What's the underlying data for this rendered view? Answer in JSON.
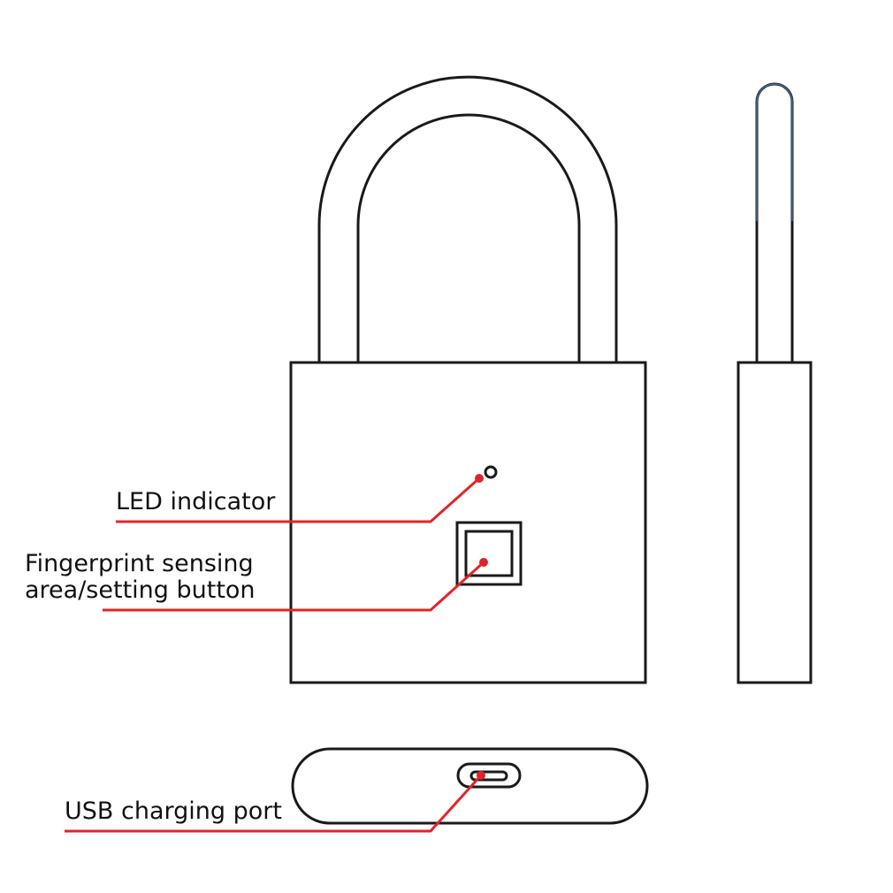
{
  "labels": {
    "led": "LED indicator",
    "fingerprint_line1": "Fingerprint sensing",
    "fingerprint_line2": "area/setting button",
    "usb": "USB charging port"
  },
  "colors": {
    "leader": "#e0242a",
    "outline": "#1a1a1a",
    "shackle_side_accent": "#5b8fc9"
  },
  "icons": {
    "front": "padlock-front-icon",
    "side": "padlock-side-icon",
    "bottom": "padlock-bottom-icon"
  }
}
